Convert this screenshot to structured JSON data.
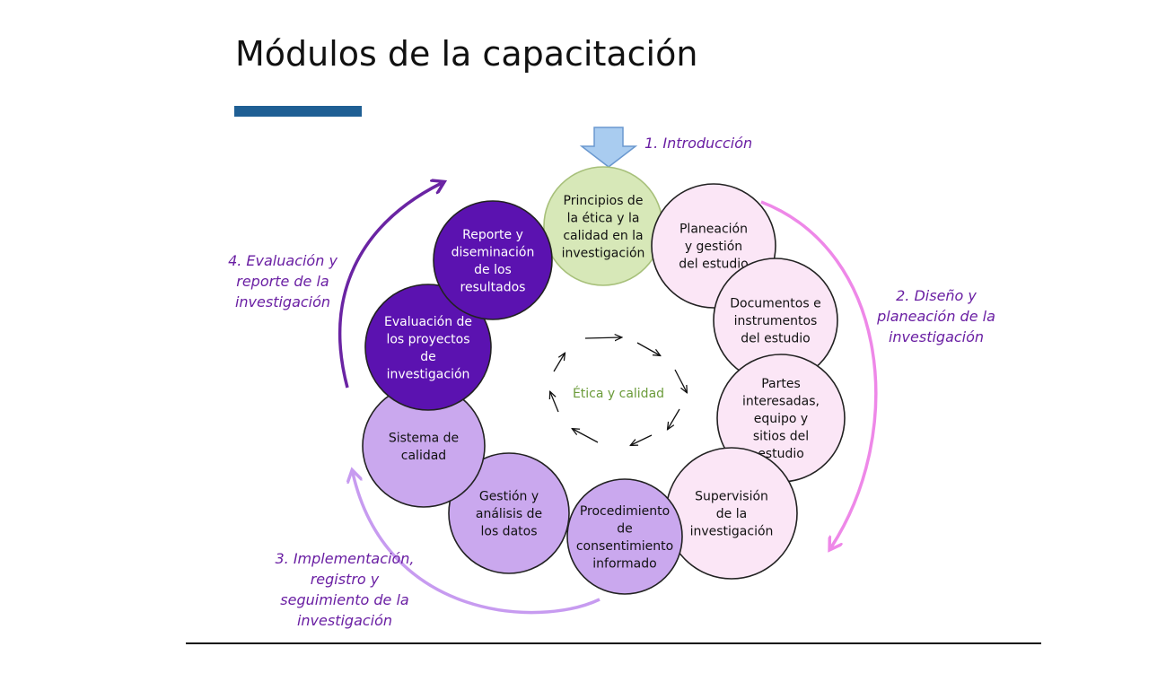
{
  "title": "Módulos de la capacitación",
  "colors": {
    "title_bar": "#1f5f94",
    "ethics_node": "#d7e8b8",
    "ethics_stroke": "#a7c07a",
    "design_node": "#fbe6f6",
    "implementation_node": "#caa8ee",
    "evaluation_node": "#5b12b0",
    "phase_label": "#6a1fa3",
    "center_text": "#6b9b3a",
    "intro_arrow": "#a9ccf0",
    "design_arrow": "#ee88e8",
    "implementation_arrow": "#c79bf0",
    "evaluation_arrow": "#6a24a3"
  },
  "center_label": "Ética y calidad",
  "phases": [
    {
      "id": "intro",
      "lines": [
        "1. Introducción"
      ]
    },
    {
      "id": "design",
      "lines": [
        "2. Diseño y",
        "planeación de la",
        "investigación"
      ]
    },
    {
      "id": "implementation",
      "lines": [
        "3. Implementación,",
        "registro y",
        "seguimiento de la",
        "investigación"
      ]
    },
    {
      "id": "evaluation",
      "lines": [
        "4. Evaluación y",
        "reporte de la",
        "investigación"
      ]
    }
  ],
  "modules": [
    {
      "id": "ethics",
      "phase": "intro",
      "lines": [
        "Principios de",
        "la ética y la",
        "calidad en la",
        "investigación"
      ]
    },
    {
      "id": "planning",
      "phase": "design",
      "lines": [
        "Planeación",
        "y gestión",
        "del estudio"
      ]
    },
    {
      "id": "documents",
      "phase": "design",
      "lines": [
        "Documentos e",
        "instrumentos",
        "del estudio"
      ]
    },
    {
      "id": "stakeholders",
      "phase": "design",
      "lines": [
        "Partes",
        "interesadas,",
        "equipo y",
        "sitios del",
        "estudio"
      ]
    },
    {
      "id": "supervision",
      "phase": "design",
      "lines": [
        "Supervisión",
        "de la",
        "investigación"
      ]
    },
    {
      "id": "consent",
      "phase": "implementation",
      "lines": [
        "Procedimiento",
        "de",
        "consentimiento",
        "informado"
      ]
    },
    {
      "id": "data",
      "phase": "implementation",
      "lines": [
        "Gestión y",
        "análisis de",
        "los datos"
      ]
    },
    {
      "id": "quality",
      "phase": "implementation",
      "lines": [
        "Sistema de",
        "calidad"
      ]
    },
    {
      "id": "evaluation",
      "phase": "evaluation",
      "lines": [
        "Evaluación de",
        "los proyectos",
        "de",
        "investigación"
      ]
    },
    {
      "id": "report",
      "phase": "evaluation",
      "lines": [
        "Reporte y",
        "diseminación",
        "de los",
        "resultados"
      ]
    }
  ]
}
